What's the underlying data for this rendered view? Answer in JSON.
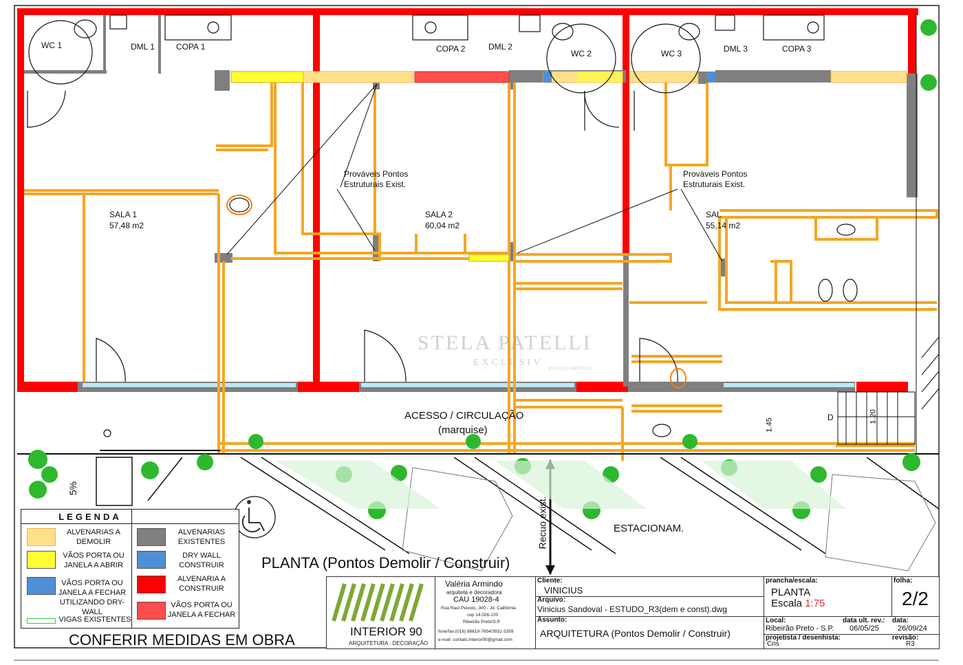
{
  "rooms": {
    "wc1": "WC 1",
    "dml1": "DML 1",
    "copa1": "COPA 1",
    "copa2": "COPA 2",
    "dml2": "DML 2",
    "wc2": "WC 2",
    "wc3": "WC 3",
    "dml3": "DML 3",
    "copa3": "COPA 3",
    "sala1_name": "SALA 1",
    "sala1_area": "57,48 m2",
    "sala2_name": "SALA 2",
    "sala2_area": "60,04 m2",
    "sala3_name": "SAL",
    "sala3_area": "55,14 m2"
  },
  "notes": {
    "pontos1_line1": "Prováveis Pontos",
    "pontos1_line2": "Estruturais Exist.",
    "pontos2_line1": "Prováveis Pontos",
    "pontos2_line2": "Estruturais Exist.",
    "acesso_line1": "ACESSO / CIRCULAÇÃO",
    "acesso_line2": "(marquise)",
    "estacionam": "ESTACIONAM.",
    "recuo": "Recuo exist.",
    "dim_145": "1.45",
    "dim_120": "1.20",
    "d_mark": "D",
    "slope": "5%"
  },
  "plan_title": "PLANTA (Pontos Demolir / Construir)",
  "conferir": "CONFERIR MEDIDAS EM OBRA",
  "legend": {
    "title": "LEGENDA",
    "items": [
      {
        "label": "ALVENARIAS A DEMOLIR",
        "color": "#ffe08a",
        "border": "#f5b041"
      },
      {
        "label": "ALVENARIAS EXISTENTES",
        "color": "#808080",
        "border": "#555555"
      },
      {
        "label": "VÃOS PORTA OU JANELA A ABRIR",
        "color": "#ffff33",
        "border": "#555555"
      },
      {
        "label": "DRY WALL CONSTRUIR",
        "color": "#4f8fd8",
        "border": "#555555"
      },
      {
        "label": "VÃOS PORTA OU JANELA A FECHAR UTILIZANDO DRY-WALL",
        "color": "#4f8fd8",
        "border": "#555555"
      },
      {
        "label": "ALVENARIA A CONSTRUIR",
        "color": "#ff0000",
        "border": "#555555"
      },
      {
        "label": "VÃOS PORTA OU JANELA A FECHAR",
        "color": "#ff4d4d",
        "border": "#555555"
      },
      {
        "label": "VIGAS EXISTENTES",
        "color": "#ffffff",
        "border": "#2ecc40"
      }
    ]
  },
  "firm": {
    "name": "Valéria Armindo",
    "role": "arquiteta e decoradora",
    "cau": "CAU 19028-4",
    "address1": "Rua Raul Peixoto, 300 - Jd. Califórnia",
    "address2": "cep 14.026-220",
    "address3": "Ribeirão Preto/S.P.",
    "phone": "fone/fax:(016) 98819-7654/3931-3359",
    "email": "e-mail: contato.interior90@gmail.com",
    "logo_name": "INTERIOR 90",
    "logo_sub": "ARQUITETURA . DECORAÇÃO"
  },
  "titleblock": {
    "cliente_label": "Cliente:",
    "cliente": "VINICIUS",
    "arquivo_label": "Arquivo:",
    "arquivo": "Vinicius Sandoval - ESTUDO_R3(dem e const).dwg",
    "assunto_label": "Assunto:",
    "assunto": "ARQUITETURA (Pontos Demolir / Construir)",
    "prancha_label": "prancha/escala:",
    "prancha": "PLANTA",
    "escala_text": "Escala",
    "escala_value": "1:75",
    "folha_label": "folha:",
    "folha": "2/2",
    "local_label": "Local:",
    "local": "Ribeirão Preto - S.P.",
    "data_ult_label": "data ult. rev.:",
    "data_ult": "06/05/25",
    "data_label": "data:",
    "data": "26/09/24",
    "projetista_label": "projetista / desenhista:",
    "projetista": "Cris",
    "revisao_label": "revisão:",
    "revisao": "R3"
  },
  "watermark": {
    "brand": "STELA PATELLI",
    "sub": "EXCLUSIV",
    "tiny": "BY LUCIO MATTOS"
  },
  "colors": {
    "demolir": "#ffd15c",
    "existente": "#7f7f7f",
    "construir": "#ff0000",
    "abrir": "#ffff33",
    "drywall": "#4f8fd8",
    "vegetation": "#2eb82e"
  }
}
